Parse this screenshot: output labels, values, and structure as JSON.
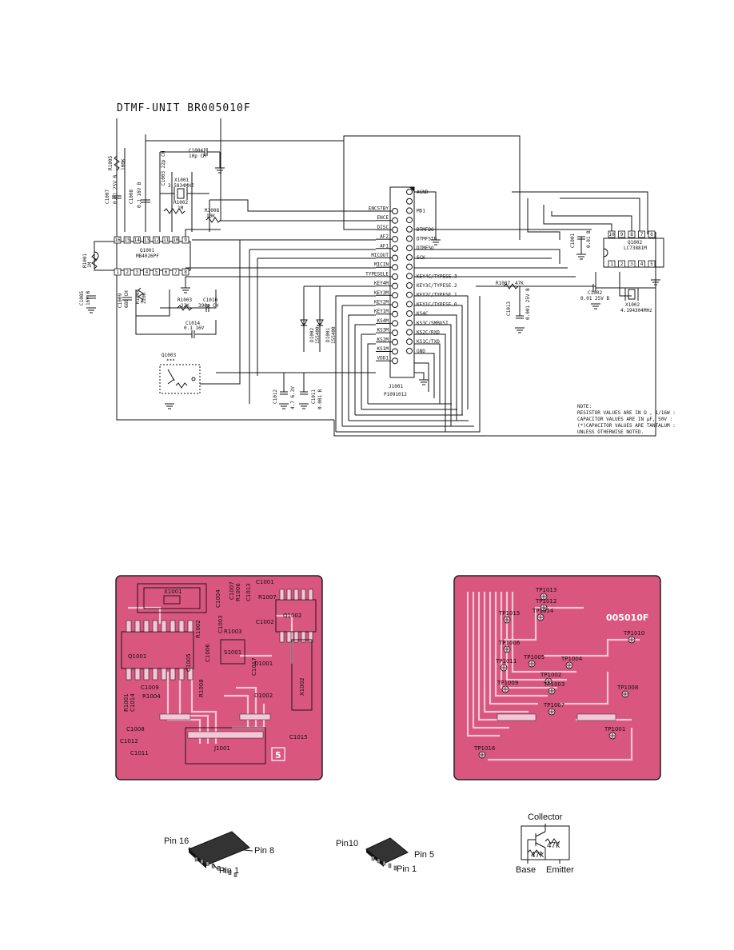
{
  "schematic": {
    "title": "DTMF-UNIT    BR005010F",
    "connector": {
      "ref": "J1001",
      "part": "P1091012",
      "left_pins": [
        "ENCSTBY",
        "ENCE",
        "DISC",
        "AF2",
        "AF1",
        "MICOUT",
        "MICIN",
        "TYPESELE",
        "KEY4M",
        "KEY3M",
        "KEY2M",
        "KEY1M",
        "KS4M",
        "KS3M",
        "KS2M",
        "KS1M",
        "VDD1"
      ],
      "right_pins": [
        "AGND",
        "",
        "MD1",
        "",
        "DTMFDO",
        "DTMFSTD",
        "DTMFSO",
        "SCK",
        "",
        "KEY4C/TYPESE.3",
        "KEY3C/TYPESE.2",
        "KEY2C/TYPESE.1",
        "KEY1C/TYPESE.0",
        "KS4C",
        "KS3C/SMBUSI",
        "KS2C/RXD",
        "KS1C/TXD",
        "GND"
      ]
    },
    "ic1": {
      "ref": "Q1001",
      "part": "MB4026PF",
      "top_pins": [
        "16",
        "15",
        "14",
        "13",
        "12",
        "11",
        "10",
        "9"
      ],
      "bottom_pins": [
        "1",
        "2",
        "3",
        "4",
        "5",
        "6",
        "7",
        "8"
      ]
    },
    "ic2": {
      "ref": "Q1002",
      "part": "LC73881M",
      "top_pins": [
        "10",
        "9",
        "8",
        "7",
        "6"
      ],
      "bottom_pins": [
        "1",
        "2",
        "3",
        "4",
        "5"
      ]
    },
    "components": {
      "c1004": "C1004",
      "c1004_val": "10p CH",
      "c1003": "C1003 22p CH",
      "x1001": "X1001",
      "x1001_val": "3.5834MHZ",
      "r1002": "R1002",
      "r1002_val": "1M",
      "r1008": "R1008",
      "r1008_val": "10K",
      "r1005": "R1005",
      "r1005_val": "100K",
      "c1007": "C1007",
      "c1007_val": "0.01 25V B",
      "c1008": "C1008",
      "c1008_val": "0.1 16V B",
      "r1001": "R1001",
      "r1001_val": "1M",
      "c1005": "C1005",
      "c1005_val": "16V B",
      "c1009": "C1009",
      "c1009_val": "680 CH",
      "r1004": "R1004",
      "r1004_val": "220K",
      "r1003": "R1003",
      "r1003_val": "22K",
      "c1010": "C1010",
      "c1010_val": "390p CH",
      "c1014": "C1014",
      "c1014_val": "0.1 16V",
      "q1003": "Q1003",
      "q1003_val": "***",
      "d1001": "D1001",
      "d1001_val": "1SS400",
      "d1002": "D1002",
      "d1002_val": "1SS400",
      "c1012": "C1012",
      "c1012_val": "4.7 6.3V",
      "c1011": "C1011",
      "c1011_val": "0.001 B",
      "c1001": "C1001",
      "c1001_val": "0.01 B",
      "r1007": "R1007",
      "r1007_val": "47K",
      "c1013": "C1013",
      "c1013_val": "0.001 25V B",
      "c1002": "C1002",
      "c1002_val": "0.01 25V B",
      "x1002": "X1002",
      "x1002_val": "4.194304MHz"
    },
    "note": [
      "NOTE:",
      "RESISTOR VALUES ARE IN Ω , 1/16W :",
      "CAPACITOR VALUES ARE IN μF, 50V :",
      "(*)CAPACITOR VALUES ARE TANTALUM :",
      "UNLESS OTHERWISE NOTED."
    ]
  },
  "pcb_top": {
    "board_number": "5",
    "labels": [
      "X1001",
      "C1004",
      "C1007",
      "R1006",
      "C1013",
      "C1001",
      "R1007",
      "C1002",
      "Q1002",
      "R1002",
      "C1003",
      "R1003",
      "S1001",
      "Q1001",
      "C1009",
      "R1004",
      "R1008",
      "D1001",
      "D1002",
      "C1011",
      "R1001",
      "C1014",
      "C1008",
      "C1012",
      "C1017",
      "J1001",
      "C1015",
      "X1002",
      "C1005",
      "C1006"
    ]
  },
  "pcb_bottom": {
    "board_id": "005010F",
    "test_points": [
      "TP1013",
      "TP1012",
      "TP1014",
      "TP1015",
      "TP1006",
      "TP1011",
      "TP1005",
      "TP1004",
      "TP1010",
      "TP1002",
      "TP1003",
      "TP1009",
      "TP1008",
      "TP1007",
      "TP1001",
      "TP1016"
    ]
  },
  "packages": {
    "sop16": {
      "pin_top": "Pin 16",
      "pin_right": "Pin 8",
      "pin_bottom": "Pin 1"
    },
    "sop10": {
      "pin_top": "Pin10",
      "pin_right": "Pin 5",
      "pin_bottom": "Pin 1"
    },
    "transistor": {
      "collector": "Collector",
      "base": "Base",
      "emitter": "Emitter",
      "r1": "47k",
      "r2": "47k"
    }
  },
  "colors": {
    "pcb": "#d9567f",
    "trace": "#f4c7d6",
    "ink": "#111111"
  }
}
